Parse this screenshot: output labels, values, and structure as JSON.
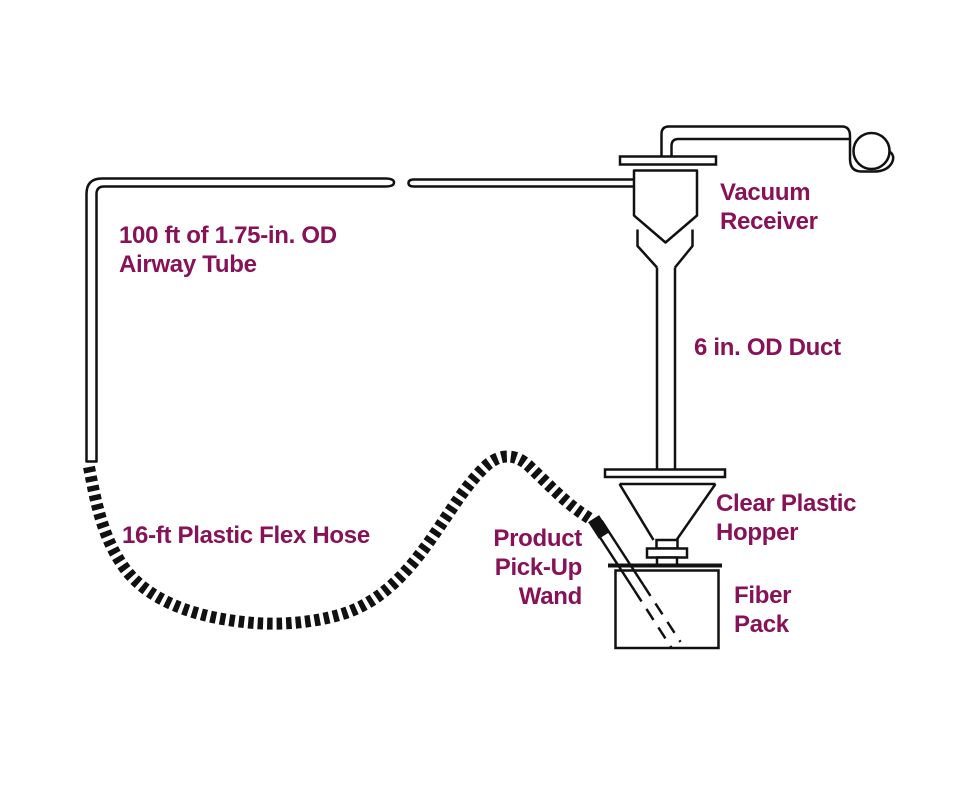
{
  "diagram": {
    "labels": {
      "airway_tube": "100 ft of 1.75-in. OD\nAirway Tube",
      "vacuum_receiver": "Vacuum\nReceiver",
      "duct": "6 in. OD Duct",
      "hopper": "Clear Plastic\nHopper",
      "fiber_pack": "Fiber\nPack",
      "pickup_wand": "Product\nPick-Up\nWand",
      "flex_hose": "16-ft Plastic Flex Hose"
    },
    "colors": {
      "label": "#871257",
      "line": "#111111",
      "background": "#ffffff"
    }
  }
}
